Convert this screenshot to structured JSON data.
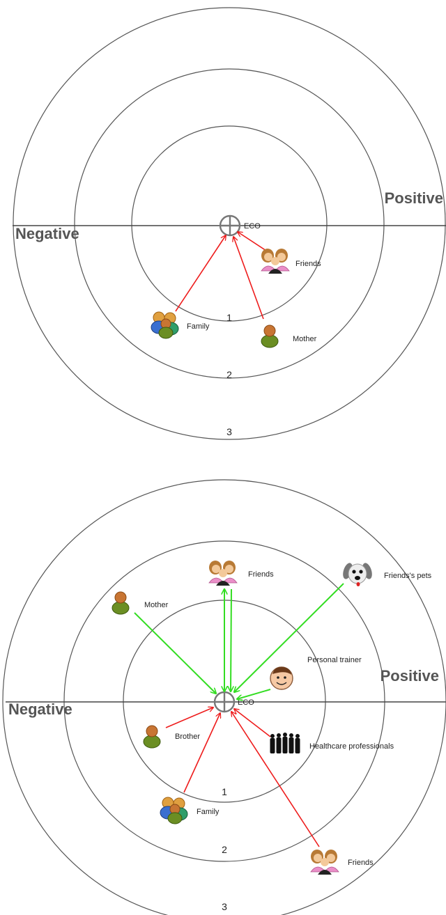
{
  "diagrams": [
    {
      "negative_label": "Negative",
      "positive_label": "Positive",
      "ego_label": "ECO",
      "ring_numbers": [
        "1",
        "2",
        "3"
      ],
      "nodes": [
        {
          "label": "Friends",
          "icon": "friends-icon",
          "relation": "negative"
        },
        {
          "label": "Family",
          "icon": "family-icon",
          "relation": "negative"
        },
        {
          "label": "Mother",
          "icon": "person-icon",
          "relation": "negative"
        }
      ]
    },
    {
      "negative_label": "Negative",
      "positive_label": "Positive",
      "ego_label": "ECO",
      "ring_numbers": [
        "1",
        "2",
        "3"
      ],
      "nodes": [
        {
          "label": "Friends",
          "icon": "friends-icon",
          "relation": "positive-bidirectional"
        },
        {
          "label": "Friends's pets",
          "icon": "dog-icon",
          "relation": "positive"
        },
        {
          "label": "Mother",
          "icon": "person-icon",
          "relation": "positive"
        },
        {
          "label": "Personal trainer",
          "icon": "smiley-face-icon",
          "relation": "positive"
        },
        {
          "label": "Brother",
          "icon": "person-icon",
          "relation": "negative"
        },
        {
          "label": "Healthcare professionals",
          "icon": "group-silhouette-icon",
          "relation": "negative"
        },
        {
          "label": "Family",
          "icon": "family-icon",
          "relation": "negative"
        },
        {
          "label": "Friends",
          "icon": "friends-icon",
          "relation": "negative"
        }
      ]
    }
  ],
  "colors": {
    "negative": "#ee1c1c",
    "positive": "#33dd22"
  }
}
